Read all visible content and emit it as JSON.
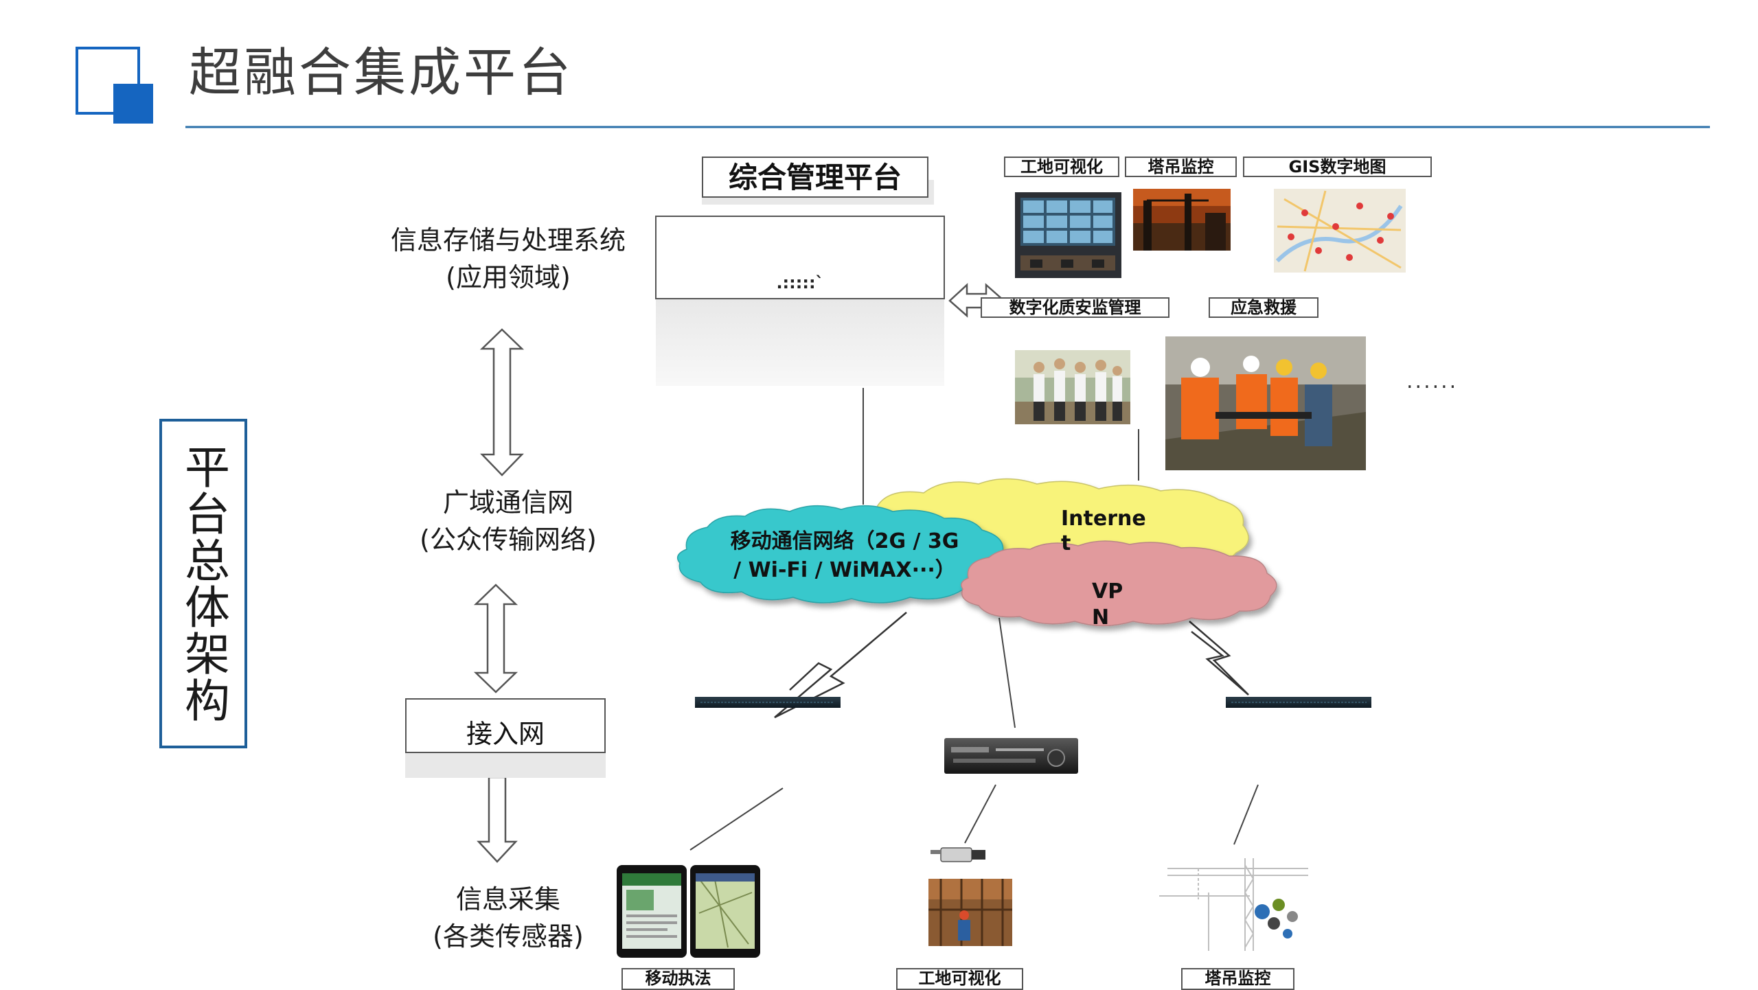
{
  "page": {
    "title": "超融合集成平台",
    "side_title": "平台总体架构"
  },
  "colors": {
    "accent": "#1565c0",
    "rule": "#2a6fa8",
    "cloud_cyan": "#38c8cc",
    "cloud_yellow": "#f8f37a",
    "cloud_pink": "#e19a9d"
  },
  "layers": [
    {
      "line1": "信息存储与处理系统",
      "line2": "(应用领域)"
    },
    {
      "line1": "广域通信网",
      "line2": "(公众传输网络)"
    },
    {
      "line1": "接入网"
    },
    {
      "line1": "信息采集",
      "line2": "(各类传感器)"
    }
  ],
  "platform": {
    "label": "综合管理平台",
    "inner_text": ".:::::`"
  },
  "apps": {
    "site_visual": "工地可视化",
    "crane_monitor": "塔吊监控",
    "gis_map": "GIS数字地图",
    "quality_safety": "数字化质安监管理",
    "emergency": "应急救援",
    "more": "......"
  },
  "clouds": {
    "mobile_line1": "移动通信网络（2G / 3G",
    "mobile_line2": "/  Wi-Fi / WiMAX···）",
    "internet_line1": "Interne",
    "internet_line2": "t",
    "vpn_line1": "VP",
    "vpn_line2": "N"
  },
  "terminals": {
    "mobile_enforce": "移动执法",
    "site_visual": "工地可视化",
    "crane_monitor": "塔吊监控"
  }
}
